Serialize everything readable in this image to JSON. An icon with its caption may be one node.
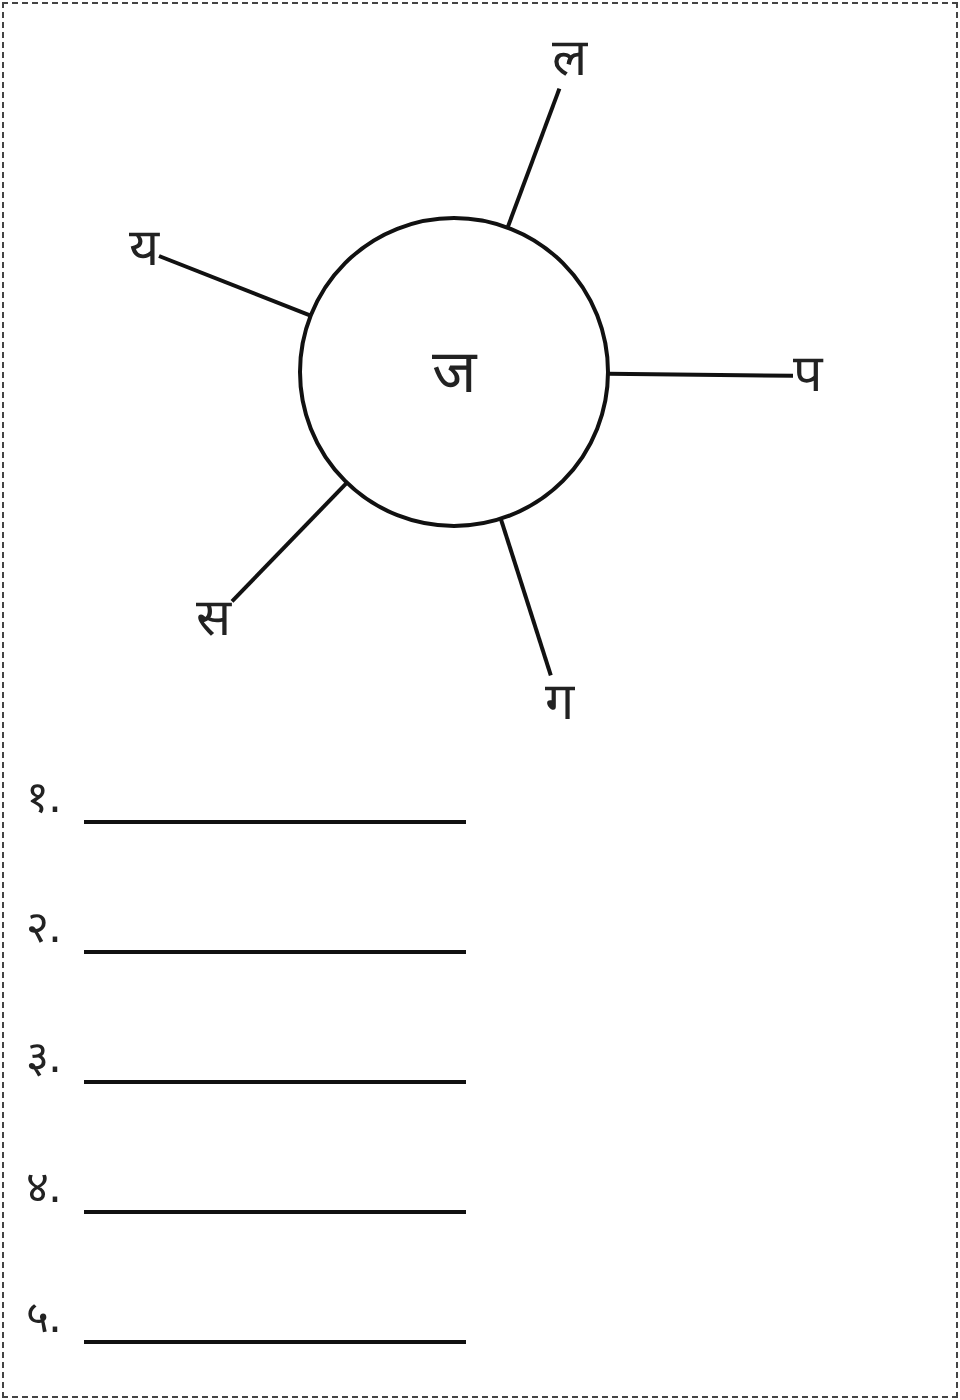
{
  "diagram": {
    "nodes": [
      {
        "text": [
          "ल"
        ]
      },
      {
        "text": [
          "य"
        ]
      },
      {
        "text": [
          "ज"
        ]
      },
      {
        "text": [
          "प"
        ]
      },
      {
        "text": [
          "स"
        ]
      },
      {
        "text": [
          "ग"
        ]
      }
    ],
    "edges": [
      {
        "from": 2,
        "to": 0,
        "arrow": "none"
      },
      {
        "from": 2,
        "to": 1,
        "arrow": "none"
      },
      {
        "from": 2,
        "to": 3,
        "arrow": "none"
      },
      {
        "from": 2,
        "to": 4,
        "arrow": "none"
      },
      {
        "from": 2,
        "to": 5,
        "arrow": "none"
      }
    ],
    "labels": [
      "१.",
      "२.",
      "३.",
      "४.",
      "५."
    ]
  }
}
